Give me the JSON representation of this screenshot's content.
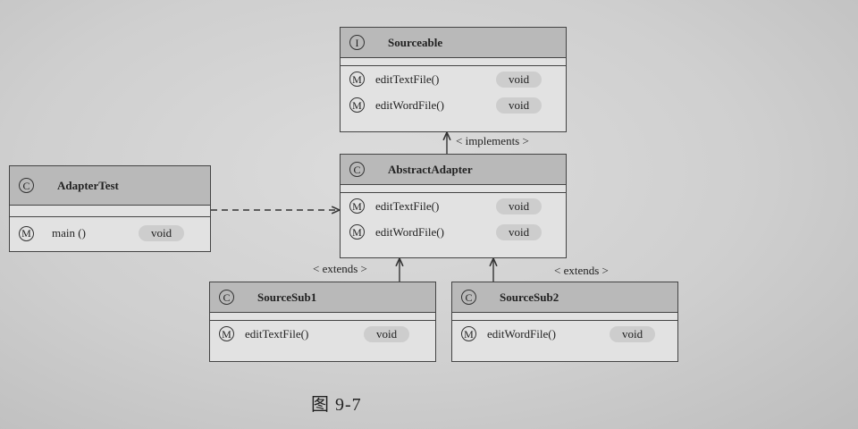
{
  "diagram": {
    "classes": {
      "sourceable": {
        "kind_symbol": "I",
        "name": "Sourceable",
        "methods": [
          {
            "symbol": "M",
            "name": "editTextFile()",
            "return_type": "void"
          },
          {
            "symbol": "M",
            "name": "editWordFile()",
            "return_type": "void"
          }
        ]
      },
      "abstract_adapter": {
        "kind_symbol": "C",
        "name": "AbstractAdapter",
        "methods": [
          {
            "symbol": "M",
            "name": "editTextFile()",
            "return_type": "void"
          },
          {
            "symbol": "M",
            "name": "editWordFile()",
            "return_type": "void"
          }
        ]
      },
      "adapter_test": {
        "kind_symbol": "C",
        "name": "AdapterTest",
        "methods": [
          {
            "symbol": "M",
            "name": "main ()",
            "return_type": "void"
          }
        ]
      },
      "source_sub1": {
        "kind_symbol": "C",
        "name": "SourceSub1",
        "methods": [
          {
            "symbol": "M",
            "name": "editTextFile()",
            "return_type": "void"
          }
        ]
      },
      "source_sub2": {
        "kind_symbol": "C",
        "name": "SourceSub2",
        "methods": [
          {
            "symbol": "M",
            "name": "editWordFile()",
            "return_type": "void"
          }
        ]
      }
    },
    "relations": {
      "implements_label": "< implements >",
      "extends_label_1": "< extends >",
      "extends_label_2": "< extends >"
    },
    "caption": "图 9-7"
  }
}
